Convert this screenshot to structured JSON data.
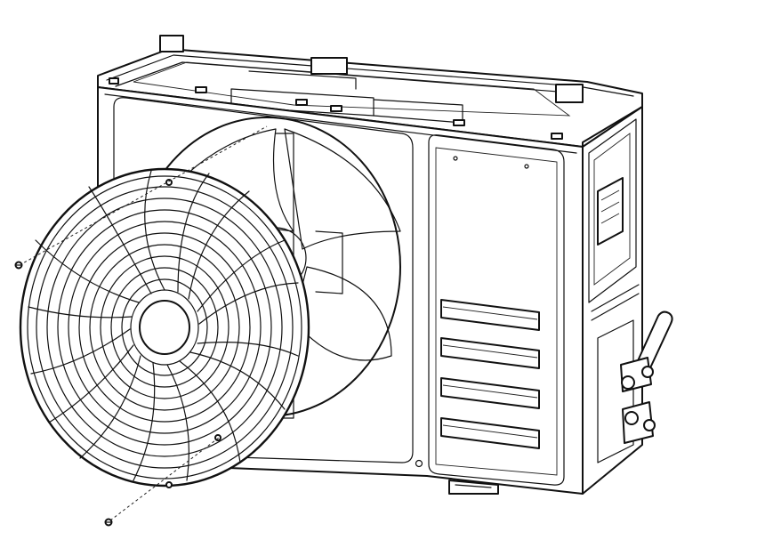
{
  "figure": {
    "subject": "outdoor-unit-fan-grille-removal",
    "parts": {
      "cabinet": "outdoor-unit-cabinet",
      "fan_grille": "front-fan-grille",
      "fan_blade": "axial-fan-blade",
      "screws": [
        "grille-screw-left",
        "grille-screw-bottom"
      ],
      "service_valves": "refrigerant-service-valves",
      "side_panel": "right-side-panel",
      "louvers": 4
    },
    "colors": {
      "line": "#111111",
      "background": "#ffffff"
    }
  }
}
